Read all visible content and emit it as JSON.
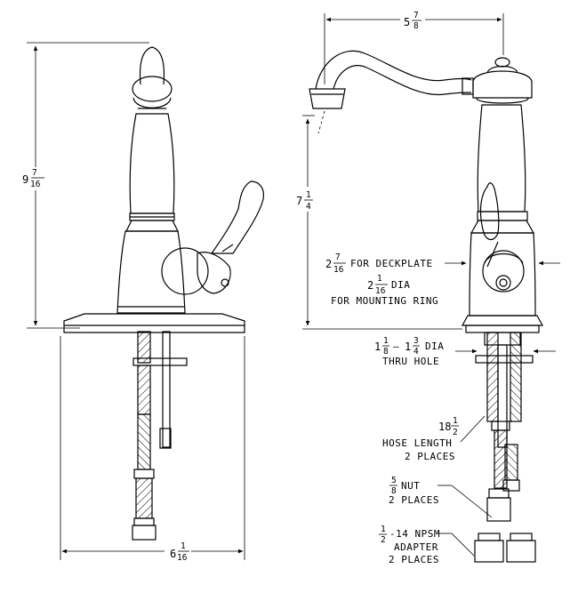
{
  "drawing": {
    "front_view": {
      "height_dim": {
        "whole": "9",
        "num": "7",
        "den": "16"
      },
      "width_dim": {
        "whole": "6",
        "num": "1",
        "den": "16"
      }
    },
    "side_view": {
      "reach_dim": {
        "whole": "5",
        "num": "7",
        "den": "8"
      },
      "spout_height_dim": {
        "whole": "7",
        "num": "1",
        "den": "4"
      },
      "deckplate": {
        "whole": "2",
        "num": "7",
        "den": "16",
        "text": "FOR DECKPLATE"
      },
      "mounting_ring": {
        "whole": "2",
        "num": "1",
        "den": "16",
        "text1": "DIA",
        "text2": "FOR MOUNTING RING"
      },
      "thru_hole": {
        "a_whole": "1",
        "a_num": "1",
        "a_den": "8",
        "b_whole": "1",
        "b_num": "3",
        "b_den": "4",
        "text1": "DIA",
        "text2": "THRU HOLE",
        "dash": "–"
      },
      "hose": {
        "whole": "18",
        "num": "1",
        "den": "2",
        "text1": "HOSE LENGTH",
        "text2": "2 PLACES"
      },
      "nut": {
        "num": "5",
        "den": "8",
        "text1": "NUT",
        "text2": "2 PLACES"
      },
      "adapter": {
        "num": "1",
        "den": "2",
        "text1": "-14 NPSM",
        "text2": "ADAPTER",
        "text3": "2 PLACES"
      }
    }
  }
}
